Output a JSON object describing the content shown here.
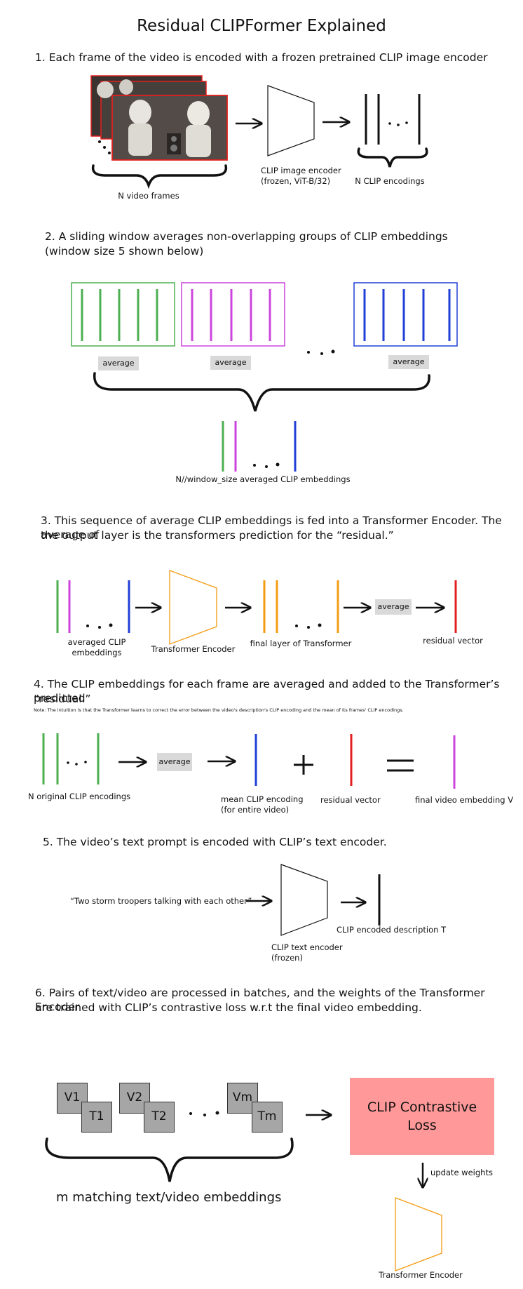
{
  "title": "Residual CLIPFormer Explained",
  "steps": {
    "s1": {
      "heading": "1. Each frame of the video is encoded with a frozen pretrained CLIP image encoder",
      "frames_label": "N video frames",
      "encoder_label_1": "CLIP image encoder",
      "encoder_label_2": "(frozen, ViT-B/32)",
      "encodings_label": "N CLIP encodings"
    },
    "s2": {
      "heading_1": "2. A sliding window averages non-overlapping groups of CLIP embeddings",
      "heading_2": "(window size 5 shown below)",
      "average_1": "average",
      "average_2": "average",
      "average_3": "average",
      "result_label": "N//window_size averaged CLIP embeddings"
    },
    "s3": {
      "heading_1": "3. This sequence of average CLIP embeddings is fed into a Transformer Encoder. The average of",
      "heading_2": "the output layer is the transformers prediction for the “residual.”",
      "input_label": "averaged CLIP embeddings",
      "encoder_label": "Transformer Encoder",
      "final_layer_label": "final layer of Transformer",
      "average_label": "average",
      "residual_label": "residual vector"
    },
    "s4": {
      "heading_1": "4. The CLIP embeddings for each frame are averaged and added to the Transformer’s predicted",
      "heading_2": "“residual.”",
      "note": "Note: The intuition is that the Transformer learns to correct the error between the video's description's CLIP encoding and the mean of its frames' CLIP encodings.",
      "original_label": "N original CLIP encodings",
      "average_label": "average",
      "mean_label_1": "mean CLIP encoding",
      "mean_label_2": "(for entire video)",
      "residual_label": "residual vector",
      "final_label": "final video embedding V"
    },
    "s5": {
      "heading": "5. The video’s text prompt is encoded with CLIP’s text encoder.",
      "prompt": "“Two storm troopers talking with each other”",
      "encoder_label_1": "CLIP text encoder",
      "encoder_label_2": "(frozen)",
      "output_label": "CLIP encoded description T"
    },
    "s6": {
      "heading_1": "6. Pairs of text/video are processed in batches, and the weights of the Transformer Encoder",
      "heading_2": "are trained with CLIP’s contrastive loss w.r.t the final video embedding.",
      "pairs": [
        {
          "v": "V1",
          "t": "T1"
        },
        {
          "v": "V2",
          "t": "T2"
        },
        {
          "v": "Vm",
          "t": "Tm"
        }
      ],
      "pairs_label": "m matching text/video embeddings",
      "loss_label_1": "CLIP Contrastive",
      "loss_label_2": "Loss",
      "update_label": "update weights",
      "encoder_label": "Transformer Encoder"
    }
  },
  "colors": {
    "green": "#4caf50",
    "magenta": "#cc44dd",
    "blue": "#1f3fd6",
    "orange": "#f39c12",
    "red": "#e02020",
    "loss_fill": "#ff9999",
    "avg_fill": "#d9d9d9"
  }
}
